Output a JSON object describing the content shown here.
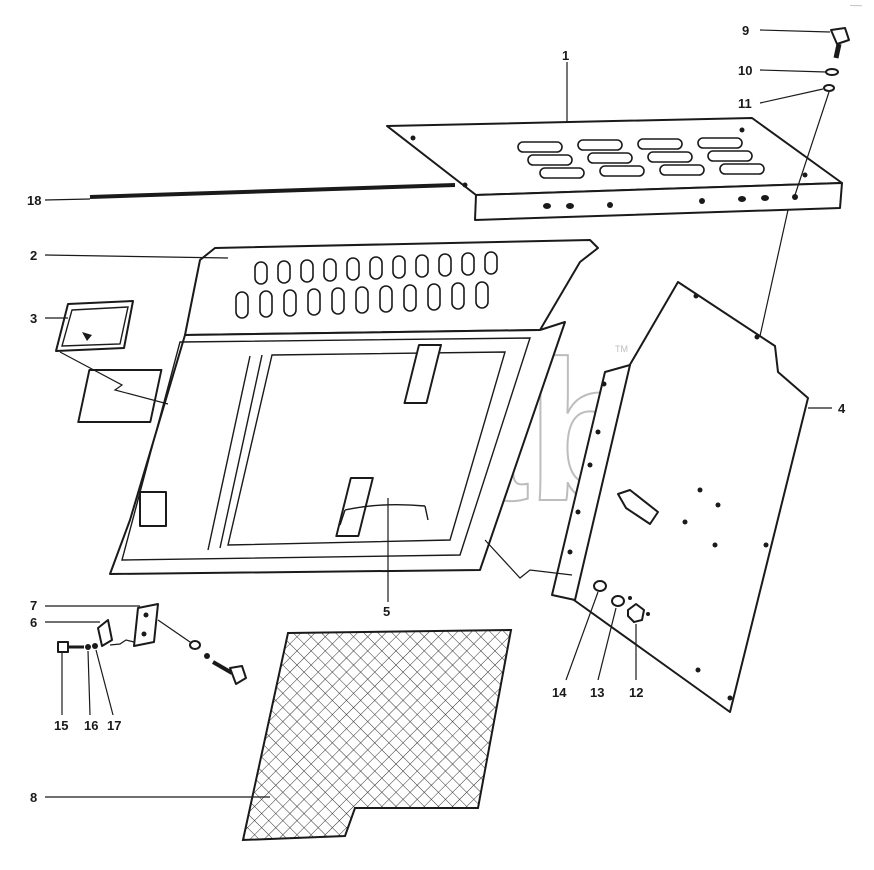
{
  "watermark": {
    "text": "Этаb",
    "trademark": "TM"
  },
  "corner_mark": "-—",
  "callouts": [
    "1",
    "2",
    "3",
    "4",
    "5",
    "6",
    "7",
    "8",
    "9",
    "10",
    "11",
    "12",
    "13",
    "14",
    "15",
    "16",
    "17",
    "18"
  ]
}
